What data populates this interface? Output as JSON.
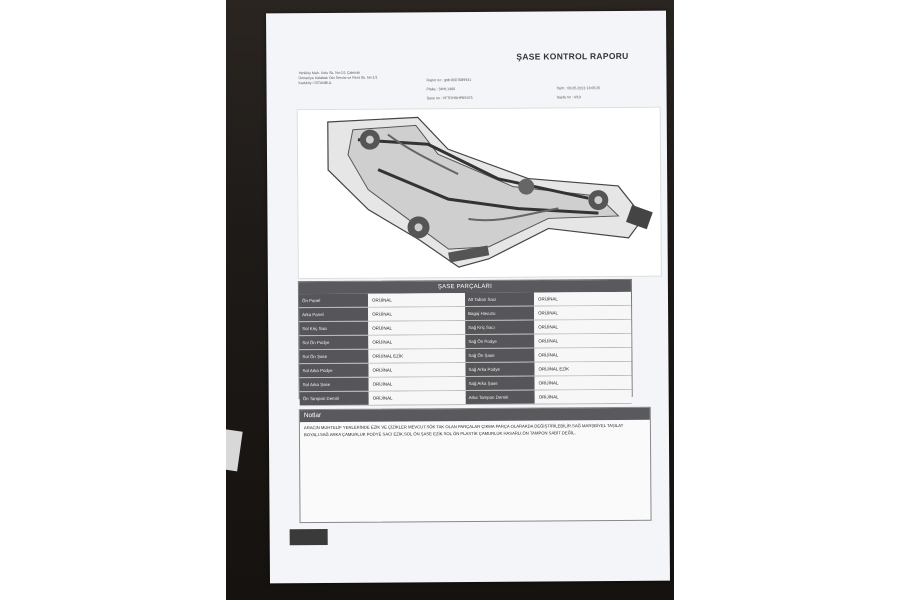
{
  "report": {
    "title": "ŞASE KONTROL RAPORU",
    "company_lines": [
      "Yeniköy Mah. Uslu Sk. No:1/1 Çakmak",
      "Ümraniye Kalabak Oto Servisi ve Rent Sk. No:1/1",
      "Kadıköy / İSTANBUL"
    ],
    "meta_left": [
      "Rapor no : gtdr.8/0/7089931",
      "Plaka : 34HL1400",
      "Şase no : VF7RHRHP8S973"
    ],
    "meta_right": [
      "Tarih : 09.05.2013 13:05:25",
      "Sayfa no : 4/10"
    ]
  },
  "parts": {
    "header": "ŞASE PARÇALARI",
    "left": [
      {
        "label": "Ön Panel",
        "value": "ORİJİNAL"
      },
      {
        "label": "Arka Panel",
        "value": "ORİJİNAL"
      },
      {
        "label": "Sol Kriç Sacı",
        "value": "ORİJİNAL"
      },
      {
        "label": "Sol Ön Podye",
        "value": "ORİJİNAL"
      },
      {
        "label": "Sol Ön Şase",
        "value": "ORİJİNAL EZİK"
      },
      {
        "label": "Sol Arka Podye",
        "value": "ORİJİNAL"
      },
      {
        "label": "Sol Arka Şase",
        "value": "ORİJİNAL"
      },
      {
        "label": "Ön Tampon Demiri",
        "value": "ORİJİNAL"
      }
    ],
    "right": [
      {
        "label": "Alt Taban Sacı",
        "value": "ORİJİNAL"
      },
      {
        "label": "Bagaj Havuzu",
        "value": "ORİJİNAL"
      },
      {
        "label": "Sağ Kriç Sacı",
        "value": "ORİJİNAL"
      },
      {
        "label": "Sağ Ön Podye",
        "value": "ORİJİNAL"
      },
      {
        "label": "Sağ Ön Şase",
        "value": "ORİJİNAL"
      },
      {
        "label": "Sağ Arka Podye",
        "value": "ORİJİNAL EZİK"
      },
      {
        "label": "Sağ Arka Şase",
        "value": "ORİJİNAL"
      },
      {
        "label": "Arka Tampon Demiri",
        "value": "ORİJİNAL"
      }
    ]
  },
  "notes": {
    "header": "Notlar",
    "text": "ARACIN MUHTELİF YERLERİNDE EZİK VE ÇİZİKLER MEVCUT.SÖK TAK OLAN PARÇALAR ÇIKMA PARÇA OLARAKDA DEĞİŞTİRİLEBİLİR.SAĞ MARŞBİYEL TAŞILAT BOYALI.SAĞ ARKA ÇAMURLUK PODYE SACI EZİK.SOL ÖN ŞASE EZİK.SOL ÖN PLASTİK ÇAMURLUK HASARLI.ÖN TAMPON SABİT DEĞİL."
  }
}
